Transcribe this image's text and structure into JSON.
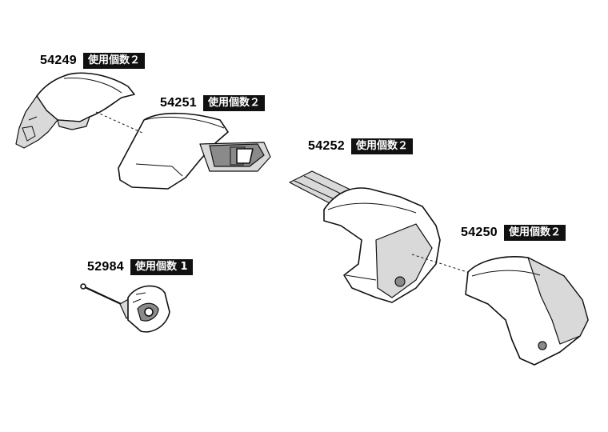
{
  "parts": [
    {
      "part_no": "54249",
      "qty": "使用個数２"
    },
    {
      "part_no": "54251",
      "qty": "使用個数２"
    },
    {
      "part_no": "54252",
      "qty": "使用個数２"
    },
    {
      "part_no": "54250",
      "qty": "使用個数２"
    },
    {
      "part_no": "52984",
      "qty": "使用個数 1"
    }
  ]
}
